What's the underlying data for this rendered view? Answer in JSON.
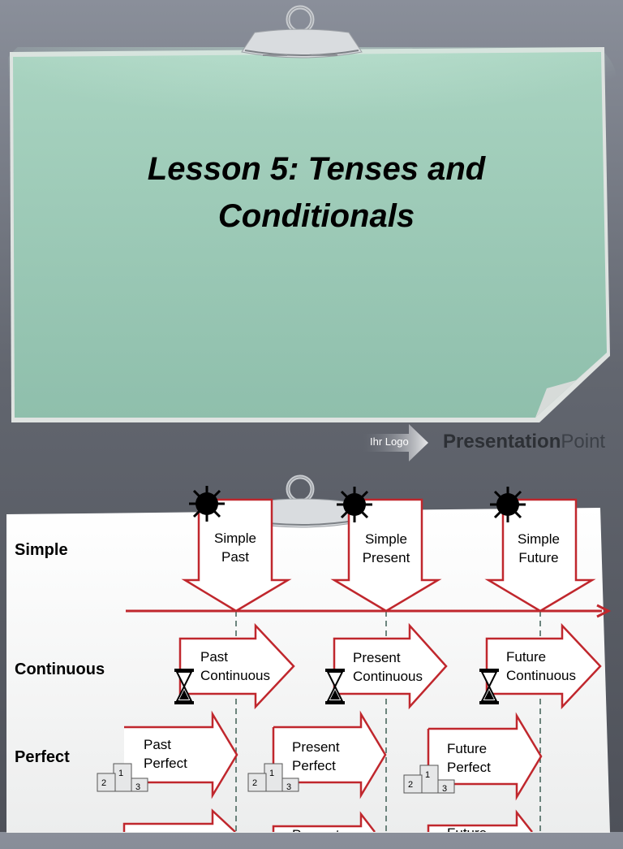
{
  "slide1": {
    "title_line1": "Lesson 5: Tenses and",
    "title_line2": "Conditionals"
  },
  "logo": {
    "label": "Ihr Logo",
    "brand_part1": "Presentation",
    "brand_part2": "Point"
  },
  "diagram": {
    "rows": [
      "Simple",
      "Continuous",
      "Perfect"
    ],
    "simple": [
      "Simple\nPast",
      "Simple\nPresent",
      "Simple\nFuture"
    ],
    "simple_lines": [
      [
        "Simple",
        "Past"
      ],
      [
        "Simple",
        "Present"
      ],
      [
        "Simple",
        "Future"
      ]
    ],
    "continuous_lines": [
      [
        "Past",
        "Continuous"
      ],
      [
        "Present",
        "Continuous"
      ],
      [
        "Future",
        "Continuous"
      ]
    ],
    "perfect_lines": [
      [
        "Past",
        "Perfect"
      ],
      [
        "Present",
        "Perfect"
      ],
      [
        "Future",
        "Perfect"
      ]
    ],
    "podium_numbers": [
      "2",
      "1",
      "3"
    ],
    "fourth_row_partial": [
      "Present",
      "Future"
    ]
  },
  "colors": {
    "note_green": "#9cc9b5",
    "arrow_red": "#c0272d",
    "background": "#6a6e77"
  }
}
